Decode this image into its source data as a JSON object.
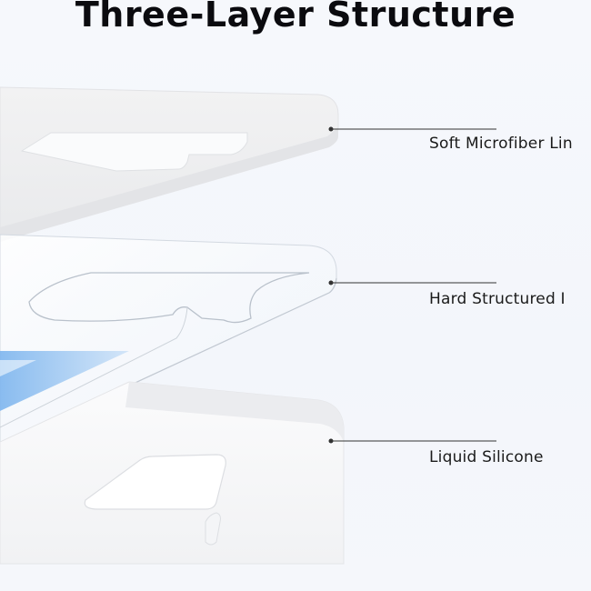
{
  "title": "Three-Layer Structure",
  "layers": [
    {
      "label": "Soft Microfiber Lin"
    },
    {
      "label": "Hard Structured I"
    },
    {
      "label": "Liquid Silicone"
    }
  ],
  "colors": {
    "background": "#f4f7fb",
    "title": "#0b0b0f",
    "leader_line": "#333333",
    "accent_blue": "#9cc6f2"
  }
}
